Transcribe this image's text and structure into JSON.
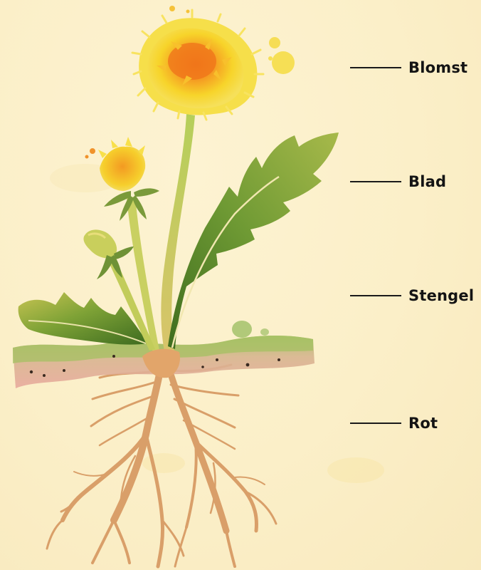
{
  "diagram": {
    "labels": [
      {
        "id": "flower",
        "text": "Blomst"
      },
      {
        "id": "leaf",
        "text": "Blad"
      },
      {
        "id": "stem",
        "text": "Stengel"
      },
      {
        "id": "root",
        "text": "Rot"
      }
    ]
  },
  "colors": {
    "paper": "#fbefc8",
    "petal_yellow": "#f7d42a",
    "petal_orange": "#f08a1c",
    "leaf_green": "#7fa23a",
    "leaf_dark": "#4f7a23",
    "stem_green": "#b9cc5a",
    "soil_pink": "#e6a79a",
    "grass_green": "#9dbb5c",
    "root_tan": "#d9a06a",
    "label_line": "#1a1a1a"
  },
  "icons": [
    "dandelion-illustration"
  ]
}
